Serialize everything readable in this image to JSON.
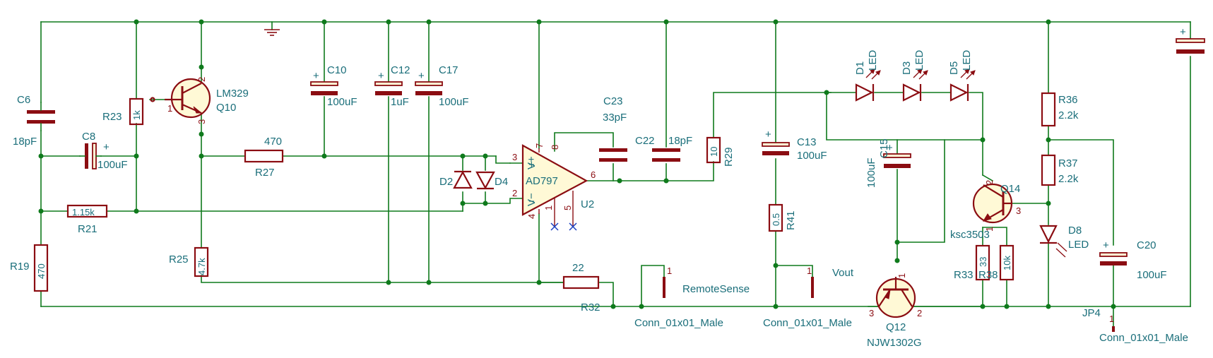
{
  "components": {
    "C6": {
      "ref": "C6",
      "value": "18pF"
    },
    "C8": {
      "ref": "C8",
      "value": "100uF"
    },
    "R23": {
      "ref": "R23",
      "value": "1k"
    },
    "Q10": {
      "ref": "Q10",
      "value": "LM329",
      "pins": [
        "1",
        "2",
        "3"
      ]
    },
    "R21": {
      "ref": "R21",
      "value": "1.15k"
    },
    "R19": {
      "ref": "R19",
      "value": "470"
    },
    "R25": {
      "ref": "R25",
      "value": "4.7k"
    },
    "R27": {
      "ref": "R27",
      "value": "470"
    },
    "C10": {
      "ref": "C10",
      "value": "100uF"
    },
    "C12": {
      "ref": "C12",
      "value": "1uF"
    },
    "C17": {
      "ref": "C17",
      "value": "100uF"
    },
    "D2": {
      "ref": "D2"
    },
    "D4": {
      "ref": "D4"
    },
    "U2": {
      "ref": "U2",
      "value": "AD797",
      "pins": [
        "3",
        "2",
        "7",
        "4",
        "8",
        "6",
        "1",
        "5"
      ],
      "labels": {
        "plus": "+",
        "minus": "−",
        "vplus": "V+",
        "vminus": "V−"
      }
    },
    "C23": {
      "ref": "C23",
      "value": "33pF"
    },
    "C22": {
      "ref": "C22",
      "value": "18pF"
    },
    "R29": {
      "ref": "R29",
      "value": "10"
    },
    "R32": {
      "ref": "R32",
      "value": "22"
    },
    "RemoteSense": {
      "ref": "RemoteSense",
      "value": "Conn_01x01_Male",
      "pin": "1"
    },
    "C13": {
      "ref": "C13",
      "value": "100uF"
    },
    "R41": {
      "ref": "R41",
      "value": "0.5"
    },
    "Vout": {
      "ref": "Vout",
      "value": "Conn_01x01_Male",
      "pin": "1"
    },
    "D1": {
      "ref": "D1",
      "value": "LED"
    },
    "D3": {
      "ref": "D3",
      "value": "LED"
    },
    "D5": {
      "ref": "D5",
      "value": "LED"
    },
    "C15": {
      "ref": "C15",
      "value": "100uF"
    },
    "Q12": {
      "ref": "Q12",
      "value": "NJW1302G",
      "pins": [
        "1",
        "2",
        "3"
      ]
    },
    "Q14": {
      "ref": "Q14",
      "value": "ksc3503",
      "pins": [
        "2",
        "3",
        "1"
      ]
    },
    "R33": {
      "ref": "R33",
      "value": "33"
    },
    "R38": {
      "ref": "R38",
      "value": "10k"
    },
    "R36": {
      "ref": "R36",
      "value": "2.2k"
    },
    "R37": {
      "ref": "R37",
      "value": "2.2k"
    },
    "D8": {
      "ref": "D8",
      "value": "LED"
    },
    "C20": {
      "ref": "C20",
      "value": "100uF"
    },
    "JP4": {
      "ref": "JP4",
      "value": "Conn_01x01_Male",
      "pin": "1"
    }
  },
  "plus_sign": "+"
}
